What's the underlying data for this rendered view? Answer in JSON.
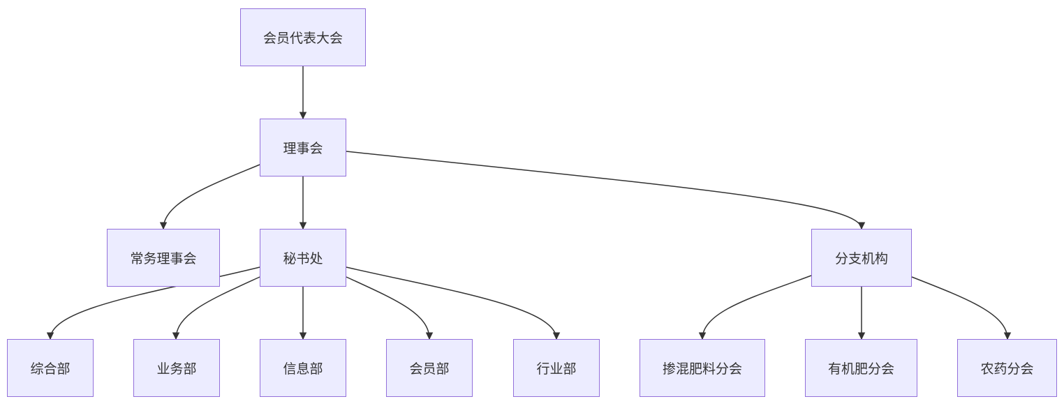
{
  "diagram": {
    "type": "org-chart",
    "colors": {
      "node_fill": "#ececff",
      "node_border": "#9370db",
      "edge": "#333333",
      "text": "#333333"
    },
    "nodes": {
      "assembly": "会员代表大会",
      "council": "理事会",
      "standing_council": "常务理事会",
      "secretariat": "秘书处",
      "branches": "分支机构",
      "general_dept": "综合部",
      "business_dept": "业务部",
      "info_dept": "信息部",
      "member_dept": "会员部",
      "industry_dept": "行业部",
      "blended_fertilizer_branch": "掺混肥料分会",
      "organic_fertilizer_branch": "有机肥分会",
      "pesticide_branch": "农药分会"
    },
    "edges": [
      {
        "from": "assembly",
        "to": "council"
      },
      {
        "from": "council",
        "to": "standing_council"
      },
      {
        "from": "council",
        "to": "secretariat"
      },
      {
        "from": "council",
        "to": "branches"
      },
      {
        "from": "secretariat",
        "to": "general_dept"
      },
      {
        "from": "secretariat",
        "to": "business_dept"
      },
      {
        "from": "secretariat",
        "to": "info_dept"
      },
      {
        "from": "secretariat",
        "to": "member_dept"
      },
      {
        "from": "secretariat",
        "to": "industry_dept"
      },
      {
        "from": "branches",
        "to": "blended_fertilizer_branch"
      },
      {
        "from": "branches",
        "to": "organic_fertilizer_branch"
      },
      {
        "from": "branches",
        "to": "pesticide_branch"
      }
    ]
  }
}
